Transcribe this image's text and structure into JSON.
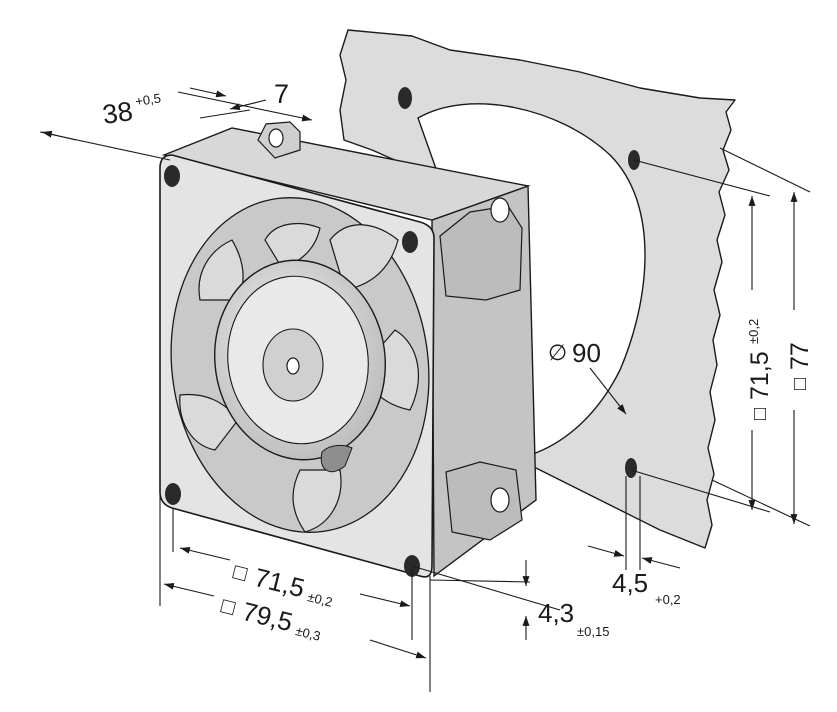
{
  "drawing": {
    "subject": "axial fan with mounting plate, dimensioned",
    "line_color": "#1a1a1a",
    "body_color": "#d4d4d4",
    "plate_color": "#dcdcdc",
    "dimensions": {
      "depth": {
        "value": "38",
        "tol": "+0,5"
      },
      "flange": {
        "value": "7"
      },
      "hole_spacing_front": {
        "prefix": "□",
        "value": "71,5",
        "tol": "±0,2"
      },
      "outer_front": {
        "prefix": "□",
        "value": "79,5",
        "tol": "±0,3"
      },
      "hole_dia_front": {
        "value": "4,3",
        "tol": "±0,15"
      },
      "hole_dia_plate": {
        "value": "4,5",
        "tol": "+0,2"
      },
      "cutout": {
        "prefix": "∅",
        "value": "90"
      },
      "hole_spacing_plate": {
        "prefix": "□",
        "value": "71,5",
        "tol": "±0,2"
      },
      "plate_size": {
        "prefix": "□",
        "value": "77"
      }
    }
  }
}
